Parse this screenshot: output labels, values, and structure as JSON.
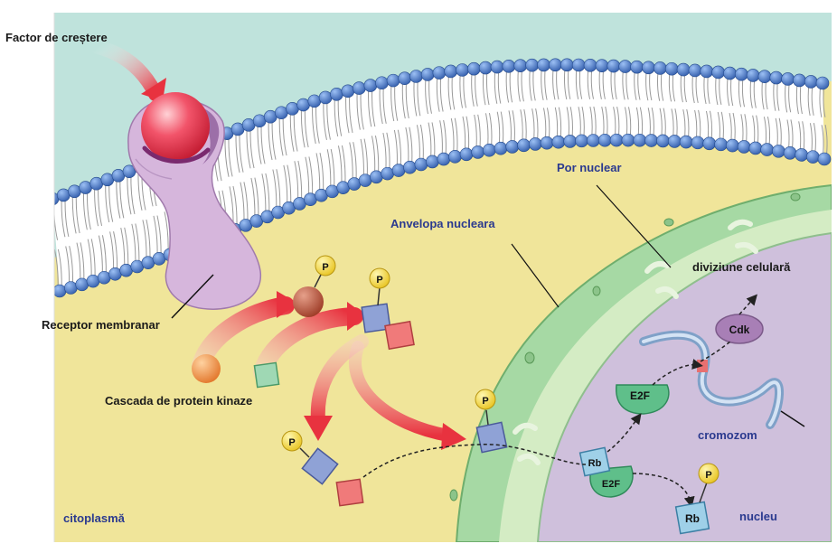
{
  "labels": {
    "growth_factor": "Factor de creștere",
    "membrane_receptor": "Receptor membranar",
    "kinase_cascade": "Cascada de protein kinaze",
    "cytoplasm": "citoplasmă",
    "nuclear_envelope": "Anvelopa nucleara",
    "nuclear_pore": "Por nuclear",
    "cell_division": "diviziune celulară",
    "chromosome": "cromozom",
    "nucleus": "nucleu"
  },
  "molecules": {
    "phosphate": "P",
    "cdk": "Cdk",
    "e2f": "E2F",
    "rb": "Rb"
  },
  "colors": {
    "extracellular": "#bfe3dc",
    "cytoplasm": "#f0e59a",
    "nucleus": "#cfc0dc",
    "envelope": "#a6d9a4",
    "lipid_head": "#3f6fc4",
    "receptor": "#d6b6dc",
    "signal_arrow": "#e83a45",
    "label_blue": "#2b3a8f"
  }
}
